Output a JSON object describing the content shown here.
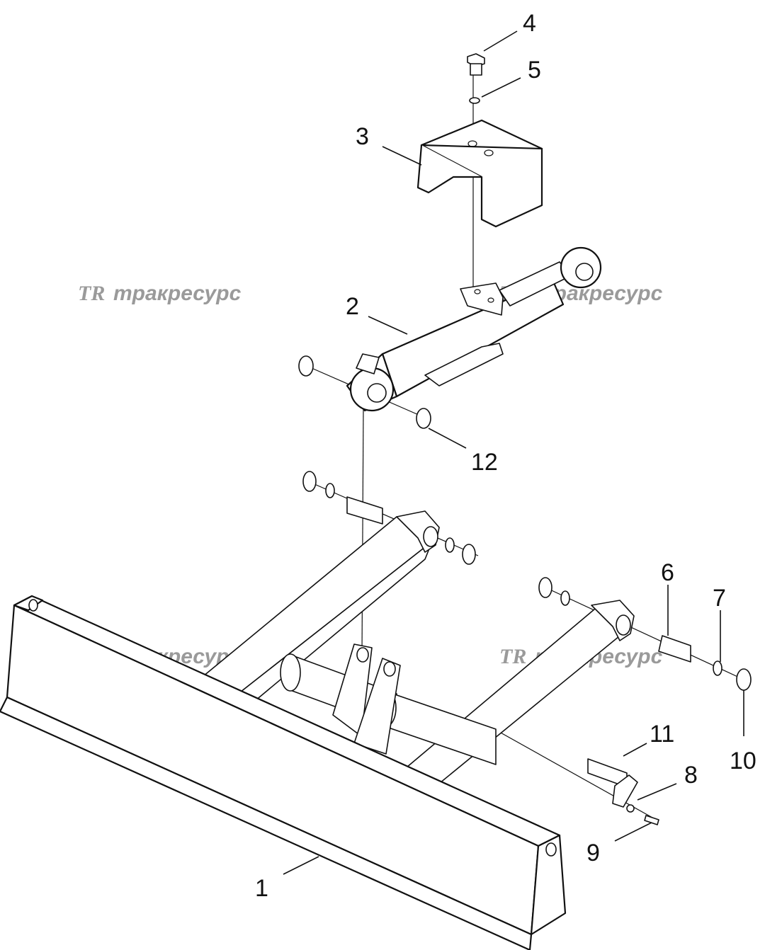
{
  "callouts": {
    "c1": "1",
    "c2": "2",
    "c3": "3",
    "c4": "4",
    "c5": "5",
    "c6": "6",
    "c7": "7",
    "c8": "8",
    "c9": "9",
    "c10": "10",
    "c11": "11",
    "c12": "12"
  },
  "watermark": {
    "logo": "TR",
    "text": "тракресурс"
  }
}
